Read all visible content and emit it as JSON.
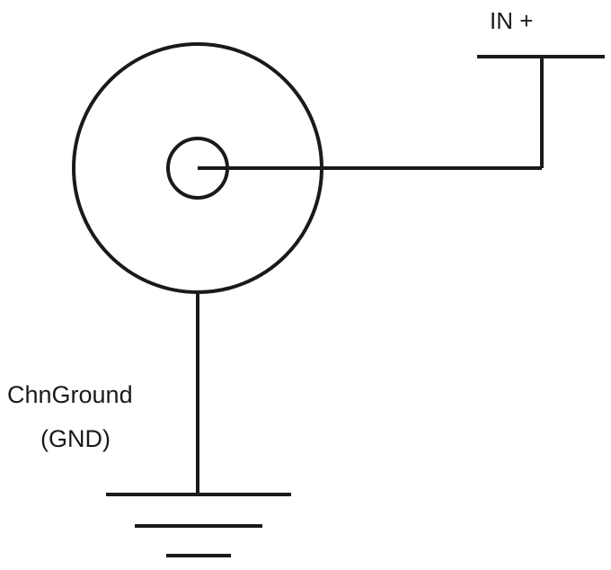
{
  "labels": {
    "input_positive": "IN +",
    "ground_name": "ChnGround",
    "ground_abbrev": "(GND)"
  },
  "colors": {
    "stroke": "#1a1a1a",
    "background": "#ffffff"
  }
}
